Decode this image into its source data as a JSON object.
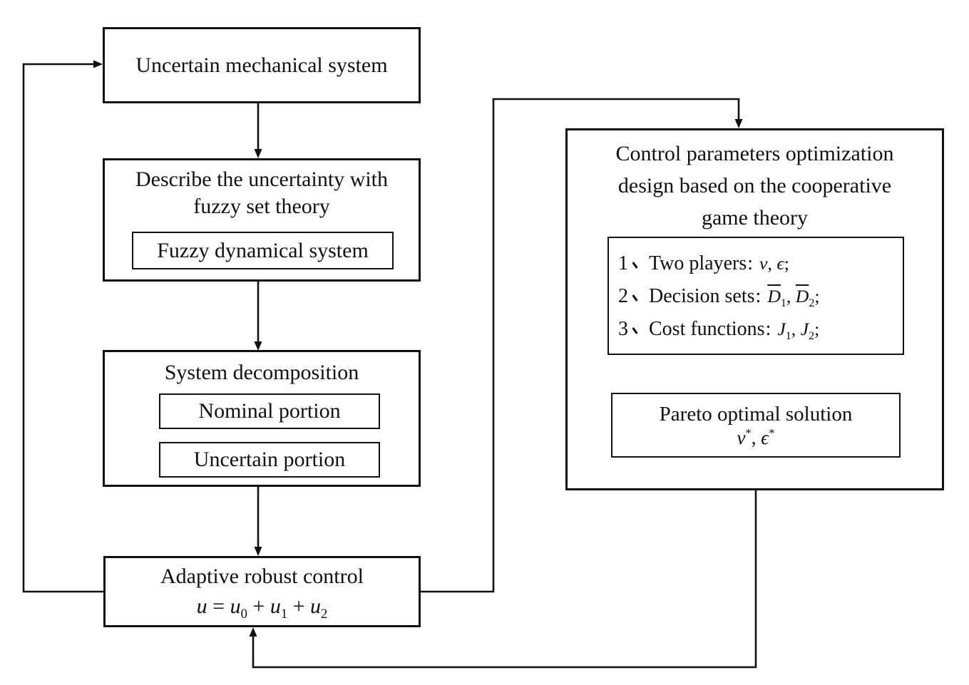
{
  "nodes": {
    "uncertain_system": {
      "label": "Uncertain mechanical system"
    },
    "fuzzy_describe": {
      "title_lines": [
        "Describe the uncertainty with",
        "fuzzy set theory"
      ],
      "inner_box": "Fuzzy dynamical system"
    },
    "system_decomposition": {
      "title": "System decomposition",
      "inner_boxes": [
        "Nominal portion",
        "Uncertain portion"
      ]
    },
    "adaptive_robust_control": {
      "title": "Adaptive robust control",
      "formula_html": "<i>u</i> = <i>u</i><sub>0</sub> + <i>u</i><sub>1</sub> + <i>u</i><sub>2</sub>"
    },
    "game_optimization": {
      "title_lines": [
        "Control parameters optimization",
        "design based on the cooperative",
        "game theory"
      ],
      "list_items": [
        {
          "num": "1",
          "enum_mark": "、",
          "text_html": "Two players<span class=\"cl\">:</span><span class=\"m\"><i>ν</i>, <i>ϵ</i>;</span>"
        },
        {
          "num": "2",
          "enum_mark": "、",
          "text_html": "Decision sets<span class=\"cl\">:</span><span class=\"m\"><span class=\"ov\"><i>D</i></span><sub>1</sub>, <span class=\"ov\"><i>D</i></span><sub>2</sub>;</span>"
        },
        {
          "num": "3",
          "enum_mark": "、",
          "text_html": "Cost functions<span class=\"cl\">:</span><span class=\"m\"><i>J</i><sub>1</sub>, <i>J</i><sub>2</sub>;</span>"
        }
      ],
      "pareto": {
        "title": "Pareto optimal solution",
        "symbols_html": "<i>ν</i><sup>*</sup>, <i>ϵ</i><sup>*</sup>"
      }
    },
    "line_color": "#111111",
    "background": "#ffffff"
  }
}
